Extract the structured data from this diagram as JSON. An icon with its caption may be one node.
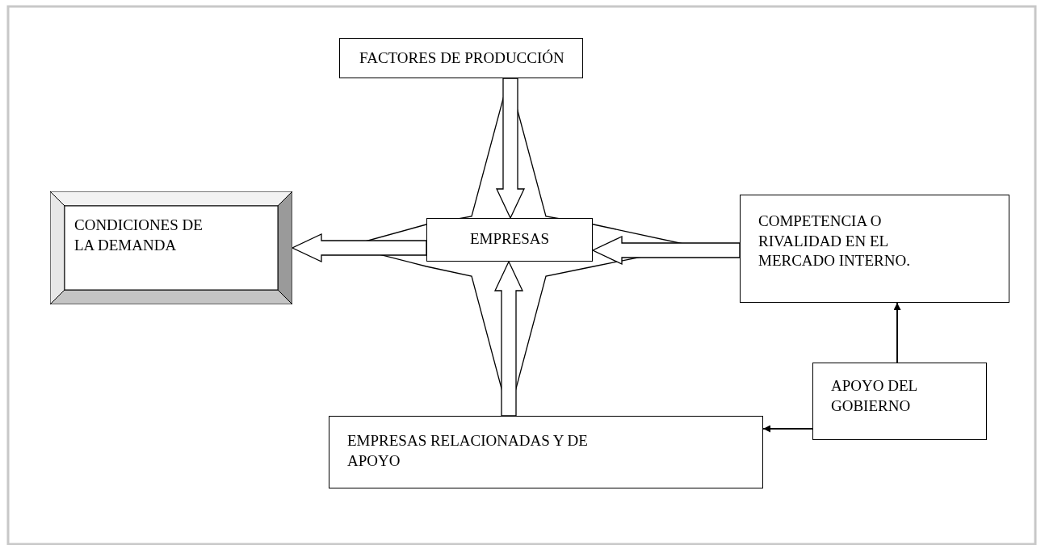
{
  "diagram": {
    "nodes": [
      {
        "text": [
          "FACTORES DE PRODUCCIÓN"
        ]
      },
      {
        "text": [
          "CONDICIONES DE LA DEMANDA"
        ]
      },
      {
        "text": [
          "EMPRESAS"
        ]
      },
      {
        "text": [
          "COMPETENCIA O RIVALIDAD EN EL MERCADO INTERNO."
        ]
      },
      {
        "text": [
          "EMPRESAS RELACIONADAS  Y DE APOYO"
        ]
      },
      {
        "text": [
          "APOYO DEL GOBIERNO"
        ]
      }
    ],
    "edges": [
      {
        "from": 0,
        "to": 2,
        "arrow": "to",
        "style": "thick"
      },
      {
        "from": 2,
        "to": 1,
        "arrow": "to",
        "style": "thick"
      },
      {
        "from": 3,
        "to": 2,
        "arrow": "to",
        "style": "thick"
      },
      {
        "from": 4,
        "to": 2,
        "arrow": "to",
        "style": "thick"
      },
      {
        "from": 5,
        "to": 3,
        "arrow": "to"
      },
      {
        "from": 5,
        "to": 4,
        "arrow": "to"
      }
    ]
  }
}
